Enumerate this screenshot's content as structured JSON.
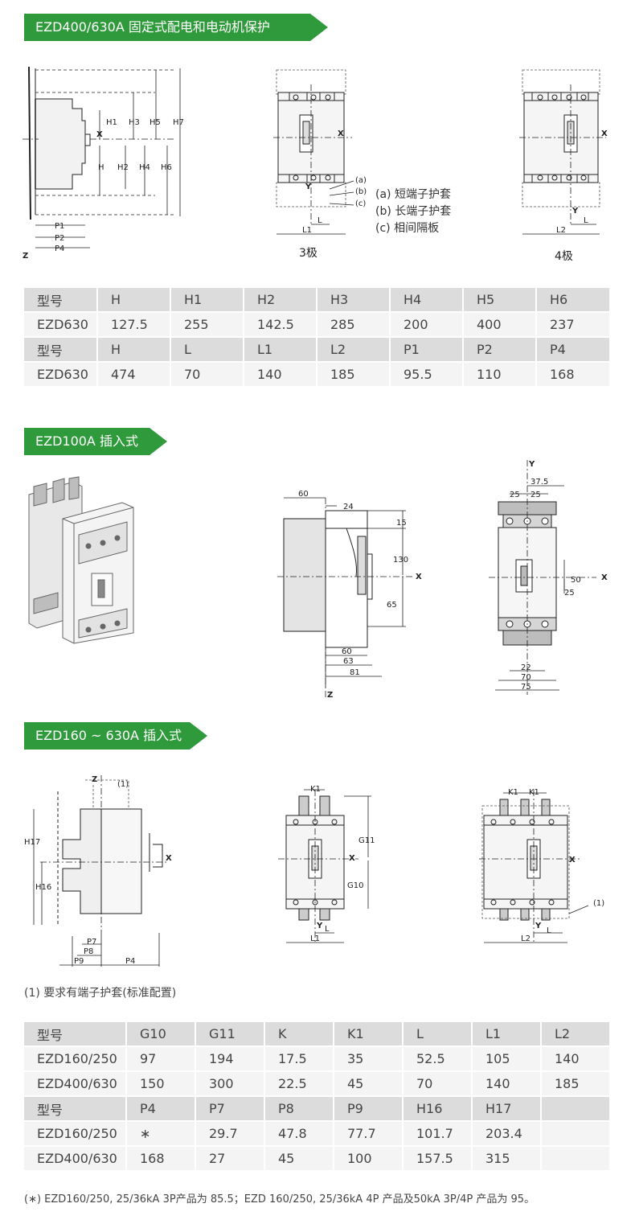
{
  "section1": {
    "title": "EZD400/630A 固定式配电和电动机保护",
    "side_labels": {
      "x": "X",
      "z": "Z",
      "H": "H",
      "H1": "H1",
      "H2": "H2",
      "H3": "H3",
      "H4": "H4",
      "H5": "H5",
      "H6": "H6",
      "H7": "H7",
      "P1": "P1",
      "P2": "P2",
      "P4": "P4"
    },
    "front3_labels": {
      "x": "X",
      "y": "Y",
      "a": "(a)",
      "b": "(b)",
      "c": "(c)",
      "L": "L",
      "L1": "L1"
    },
    "legend": [
      "(a)  短端子护套",
      "(b)  长端子护套",
      "(c)  相间隔板"
    ],
    "caption_3p": "3极",
    "front4_labels": {
      "x": "X",
      "y": "Y",
      "L": "L",
      "L2": "L2"
    },
    "caption_4p": "4极",
    "table": [
      {
        "kind": "hdr",
        "cells": [
          "型号",
          "H",
          "H1",
          "H2",
          "H3",
          "H4",
          "H5",
          "H6"
        ]
      },
      {
        "kind": "row",
        "cells": [
          "EZD630",
          "127.5",
          "255",
          "142.5",
          "285",
          "200",
          "400",
          "237"
        ]
      },
      {
        "kind": "hdr",
        "cells": [
          "型号",
          "H",
          "L",
          "L1",
          "L2",
          "P1",
          "P2",
          "P4"
        ]
      },
      {
        "kind": "row",
        "cells": [
          "EZD630",
          "474",
          "70",
          "140",
          "185",
          "95.5",
          "110",
          "168"
        ]
      }
    ]
  },
  "section2": {
    "title": "EZD100A 插入式",
    "side_labels": {
      "d60": "60",
      "d24": "24",
      "d15": "15",
      "d130": "130",
      "d65": "65",
      "b60": "60",
      "b63": "63",
      "b81": "81",
      "x": "X",
      "z": "Z"
    },
    "front_labels": {
      "y": "Y",
      "d375": "37.5",
      "d25a": "25",
      "d25b": "25",
      "d50": "50",
      "d25c": "25",
      "x": "X",
      "d22": "22",
      "d70": "70",
      "d75": "75"
    }
  },
  "section3": {
    "title": "EZD160 ~ 630A 插入式",
    "side_labels": {
      "z": "Z",
      "n1": "(1)",
      "H17": "H17",
      "H16": "H16",
      "x": "X",
      "P7": "P7",
      "P8": "P8",
      "P9": "P9",
      "P4": "P4"
    },
    "front3_labels": {
      "K1": "K1",
      "G11": "G11",
      "G10": "G10",
      "x": "X",
      "y": "Y",
      "L": "L",
      "L1": "L1"
    },
    "front4_labels": {
      "K1a": "K1",
      "K1b": "K1",
      "x": "X",
      "n1": "(1)",
      "y": "Y",
      "L": "L",
      "L2": "L2"
    },
    "footnote1": "(1)  要求有端子护套(标准配置)",
    "table": [
      {
        "kind": "hdr",
        "cells": [
          "型号",
          "G10",
          "G11",
          "K",
          "K1",
          "L",
          "L1",
          "L2"
        ]
      },
      {
        "kind": "row",
        "cells": [
          "EZD160/250",
          "97",
          "194",
          "17.5",
          "35",
          "52.5",
          "105",
          "140"
        ]
      },
      {
        "kind": "row",
        "cells": [
          "EZD400/630",
          "150",
          "300",
          "22.5",
          "45",
          "70",
          "140",
          "185"
        ]
      },
      {
        "kind": "hdr",
        "cells": [
          "型号",
          "P4",
          "P7",
          "P8",
          "P9",
          "H16",
          "H17",
          ""
        ]
      },
      {
        "kind": "row",
        "cells": [
          "EZD160/250",
          "∗",
          "29.7",
          "47.8",
          "77.7",
          "101.7",
          "203.4",
          ""
        ]
      },
      {
        "kind": "row",
        "cells": [
          "EZD400/630",
          "168",
          "27",
          "45",
          "100",
          "157.5",
          "315",
          ""
        ]
      }
    ],
    "footnote2": "(∗)  EZD160/250, 25/36kA 3P产品为 85.5；EZD 160/250, 25/36kA 4P 产品及50kA 3P/4P 产品为 95。"
  }
}
